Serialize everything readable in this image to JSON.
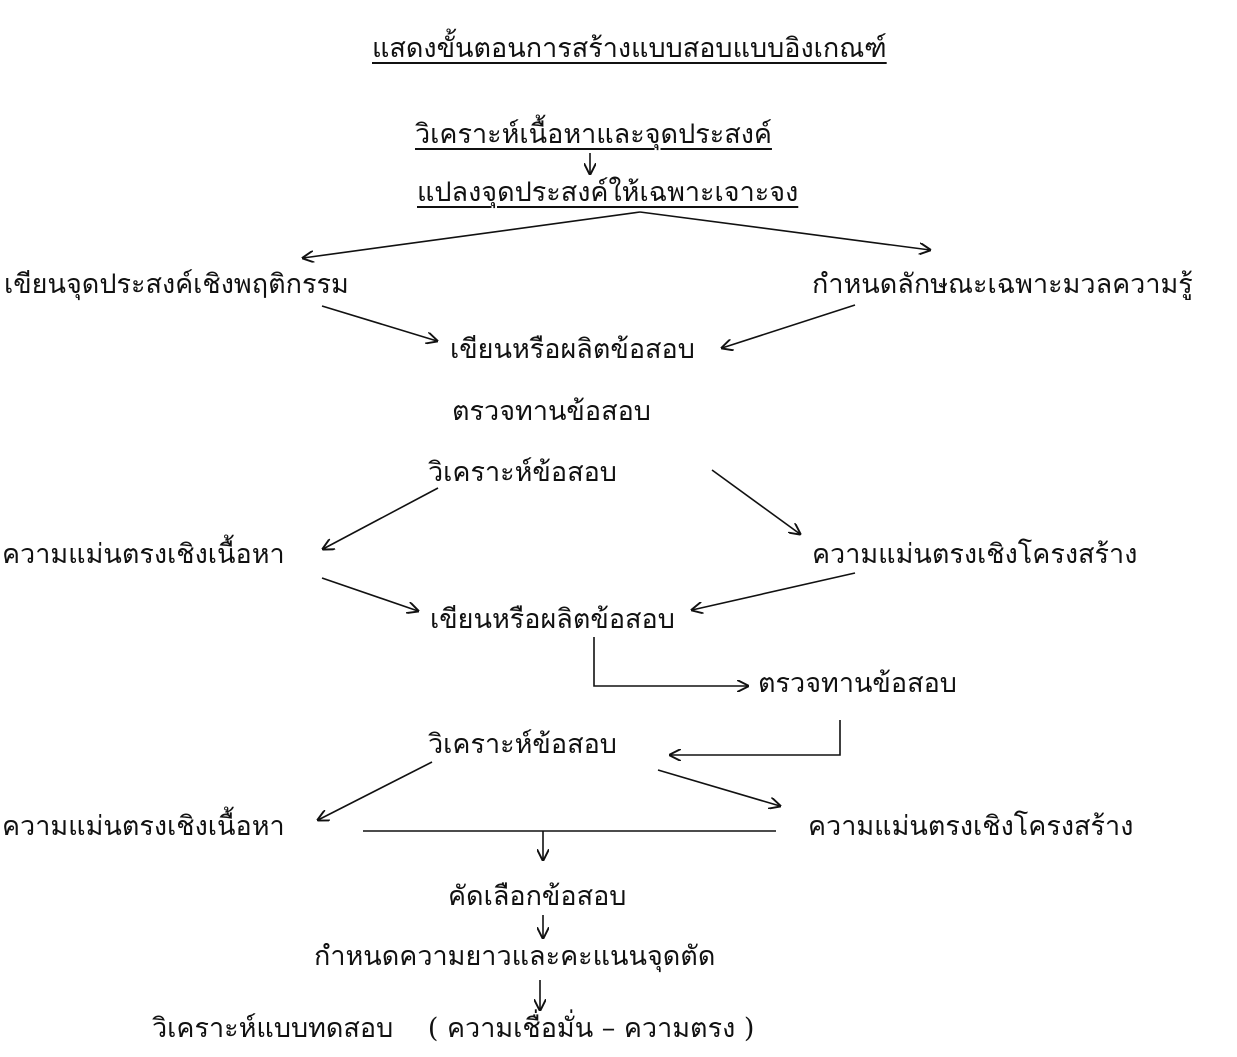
{
  "diagram": {
    "title": "แสดงขั้นตอนการสร้างแบบสอบแบบอิงเกณฑ์",
    "steps": {
      "analyze_content": "วิเคราะห์เนื้อหาและจุดประสงค์",
      "convert_objectives": "แปลงจุดประสงค์ให้เฉพาะเจาะจง",
      "behavioral_objectives": "เขียนจุดประสงค์เชิงพฤติกรรม",
      "content_specification": "กำหนดลักษณะเฉพาะมวลความรู้",
      "write_items_1": "เขียนหรือผลิตข้อสอบ",
      "review_items_1": "ตรวจทานข้อสอบ",
      "analyze_items_1": "วิเคราะห์ข้อสอบ",
      "content_validity_1": "ความแม่นตรงเชิงเนื้อหา",
      "construct_validity_1": "ความแม่นตรงเชิงโครงสร้าง",
      "write_items_2": "เขียนหรือผลิตข้อสอบ",
      "review_items_2": "ตรวจทานข้อสอบ",
      "analyze_items_2": "วิเคราะห์ข้อสอบ",
      "content_validity_2": "ความแม่นตรงเชิงเนื้อหา",
      "construct_validity_2": "ความแม่นตรงเชิงโครงสร้าง",
      "select_items": "คัดเลือกข้อสอบ",
      "length_cutoff": "กำหนดความยาวและคะแนนจุดตัด",
      "test_analysis": "วิเคราะห์แบบทดสอบ",
      "test_analysis_detail": "( ความเชื่อมั่น – ความตรง )"
    }
  }
}
